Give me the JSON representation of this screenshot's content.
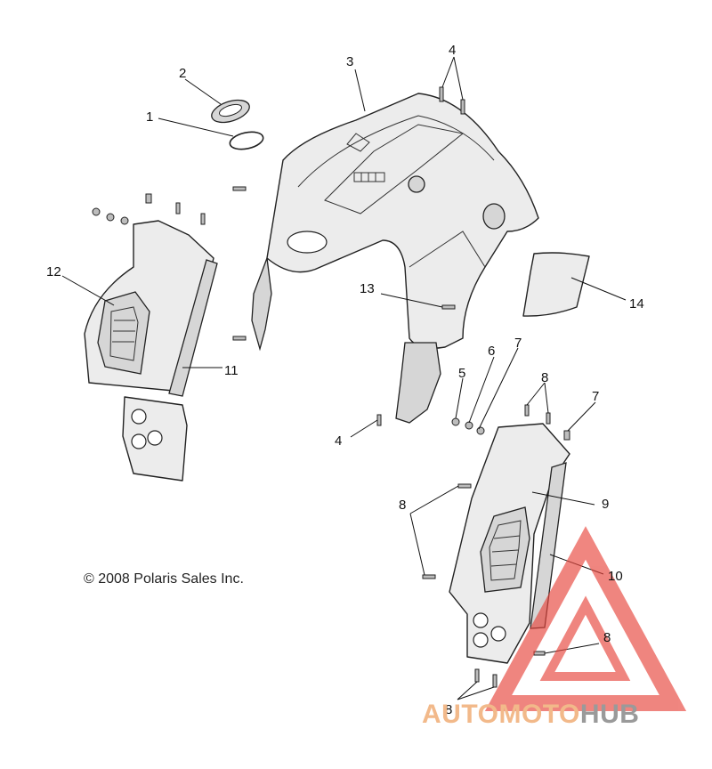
{
  "diagram": {
    "callouts": [
      {
        "id": "c1",
        "text": "1"
      },
      {
        "id": "c2",
        "text": "2"
      },
      {
        "id": "c3",
        "text": "3"
      },
      {
        "id": "c4a",
        "text": "4"
      },
      {
        "id": "c12",
        "text": "12"
      },
      {
        "id": "c13",
        "text": "13"
      },
      {
        "id": "c14",
        "text": "14"
      },
      {
        "id": "c11",
        "text": "11"
      },
      {
        "id": "c7a",
        "text": "7"
      },
      {
        "id": "c6",
        "text": "6"
      },
      {
        "id": "c5",
        "text": "5"
      },
      {
        "id": "c8a",
        "text": "8"
      },
      {
        "id": "c7b",
        "text": "7"
      },
      {
        "id": "c4b",
        "text": "4"
      },
      {
        "id": "c9",
        "text": "9"
      },
      {
        "id": "c8b",
        "text": "8"
      },
      {
        "id": "c10",
        "text": "10"
      },
      {
        "id": "c8c",
        "text": "8"
      },
      {
        "id": "c8d",
        "text": "8"
      }
    ],
    "copyright": "© 2008 Polaris Sales Inc."
  },
  "watermark": {
    "part1": "AUTOMOTO",
    "part2": "HUB",
    "color_primary": "#e8453c",
    "color_secondary": "#9a9a9a"
  }
}
